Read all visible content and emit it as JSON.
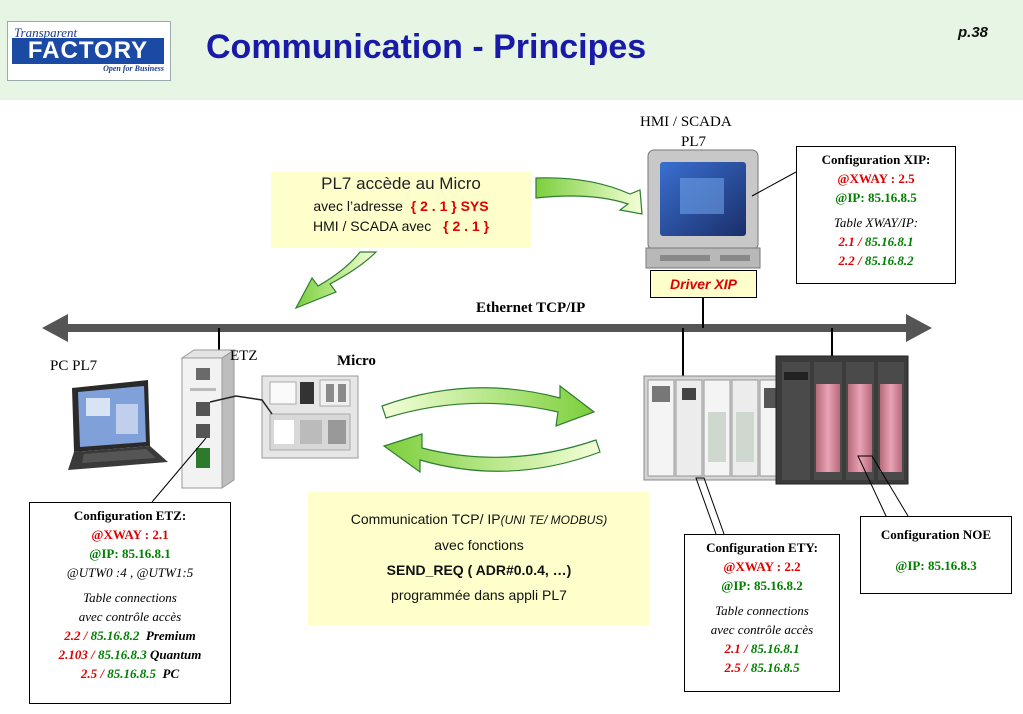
{
  "header": {
    "logo_top": "Transparent",
    "logo_main": "FACTORY",
    "logo_sub": "Open for Business",
    "title": "Communication - Principes",
    "page": "p.38"
  },
  "hmi": {
    "label1": "HMI / SCADA",
    "label2": "PL7",
    "driver": "Driver XIP"
  },
  "network": {
    "label": "Ethernet TCP/IP"
  },
  "labels": {
    "pc": "PC PL7",
    "etz": "ETZ",
    "micro": "Micro"
  },
  "pl7_note": {
    "line1": "PL7 accède au Micro",
    "line2a": "avec l’adresse",
    "line2b": "{ 2 . 1 } SYS",
    "line3a": "HMI / SCADA  avec",
    "line3b": "{ 2 . 1 }"
  },
  "comm_note": {
    "line1a": "Communication TCP/ IP",
    "line1b": "(UNI TE/ MODBUS)",
    "line2": "avec  fonctions",
    "line3": "SEND_REQ ( ADR#0.0.4, …)",
    "line4": "programmée dans appli PL7"
  },
  "config_xip": {
    "title": "Configuration XIP:",
    "xway": "@XWAY : 2.5",
    "ip": "@IP: 85.16.8.5",
    "table": "Table XWAY/IP:",
    "r1a": "2.1 /",
    "r1b": "85.16.8.1",
    "r2a": "2.2 /",
    "r2b": "85.16.8.2"
  },
  "config_etz": {
    "title": "Configuration ETZ:",
    "xway": "@XWAY : 2.1",
    "ip": "@IP: 85.16.8.1",
    "utw": "@UTW0 :4 , @UTW1:5",
    "t1": "Table connections",
    "t2": "avec contrôle accès",
    "r1a": "2.2 /",
    "r1b": "85.16.8.2",
    "r1c": "Premium",
    "r2a": "2.103 /",
    "r2b": "85.16.8.3",
    "r2c": "Quantum",
    "r3a": "2.5 /",
    "r3b": "85.16.8.5",
    "r3c": "PC"
  },
  "config_ety": {
    "title": "Configuration ETY:",
    "xway": "@XWAY : 2.2",
    "ip": "@IP: 85.16.8.2",
    "t1": "Table connections",
    "t2": "avec contrôle accès",
    "r1a": "2.1 /",
    "r1b": "85.16.8.1",
    "r2a": "2.5 /",
    "r2b": "85.16.8.5"
  },
  "config_noe": {
    "title": "Configuration NOE",
    "ip": "@IP: 85.16.8.3"
  }
}
